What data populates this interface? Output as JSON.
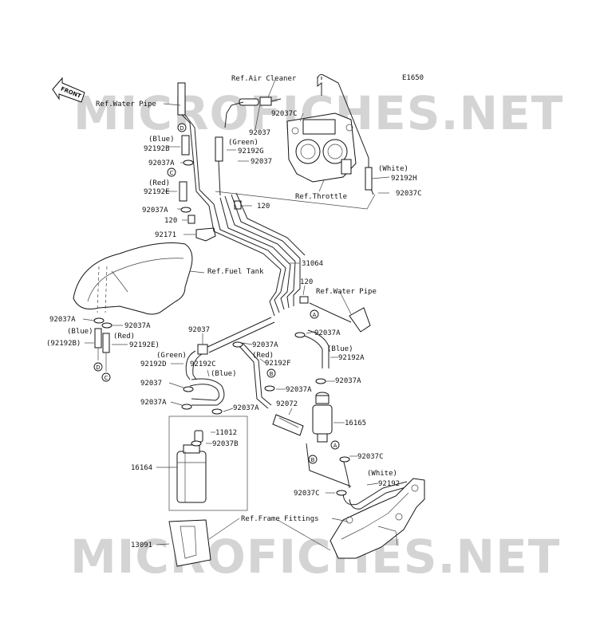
{
  "diagram_id": "E1650",
  "watermark": "MICROFICHES.NET",
  "front_label": "FRONT",
  "refs": {
    "air_cleaner": "Ref.Air Cleaner",
    "water_pipe_top": "Ref.Water Pipe",
    "water_pipe_right": "Ref.Water Pipe",
    "fuel_tank": "Ref.Fuel Tank",
    "throttle": "Ref.Throttle",
    "frame_fittings": "Ref.Frame Fittings"
  },
  "parts": {
    "p92037_a": "92037",
    "p92037c_a": "92037C",
    "p92192g": "92192G",
    "p92037_b": "92037",
    "green_a": "(Green)",
    "blue_a": "(Blue)",
    "p92192b": "92192B",
    "p92037a_a": "92037A",
    "red_a": "(Red)",
    "p92192e": "92192E",
    "p92037a_b": "92037A",
    "p120_a": "120",
    "p120_b": "120",
    "p92171": "92171",
    "white_a": "(White)",
    "p92192h": "92192H",
    "p92037c_b": "92037C",
    "p31064": "31064",
    "p120_c": "120",
    "p92037a_c": "92037A",
    "p92037a_d": "92037A",
    "blue_b": "(Blue)",
    "p92192b_paren": "(92192B)",
    "red_b": "(Red)",
    "p92192e_paren": "92192E)",
    "p92037_c": "92037",
    "green_b": "(Green)",
    "p92192d": "92192D",
    "p92192c": "92192C",
    "blue_c": "(Blue)",
    "p92037_d": "92037",
    "p92037a_e": "92037A",
    "p92037a_f": "92037A",
    "p92037a_g": "92037A",
    "red_c": "(Red)",
    "p92192f": "92192F",
    "p92037a_h": "92037A",
    "blue_d": "(Blue)",
    "p92192a": "92192A",
    "p92037a_i": "92037A",
    "p92037a_j": "92037A",
    "p92072": "92072",
    "p16165": "16165",
    "p11012": "11012",
    "p92037b": "92037B",
    "p16164": "16164",
    "p92037c_c": "92037C",
    "white_b": "(White)",
    "p92192": "92192",
    "p92037c_d": "92037C",
    "p13091": "13091"
  },
  "markers": {
    "a": "A",
    "b": "B",
    "c": "C",
    "d": "D"
  }
}
